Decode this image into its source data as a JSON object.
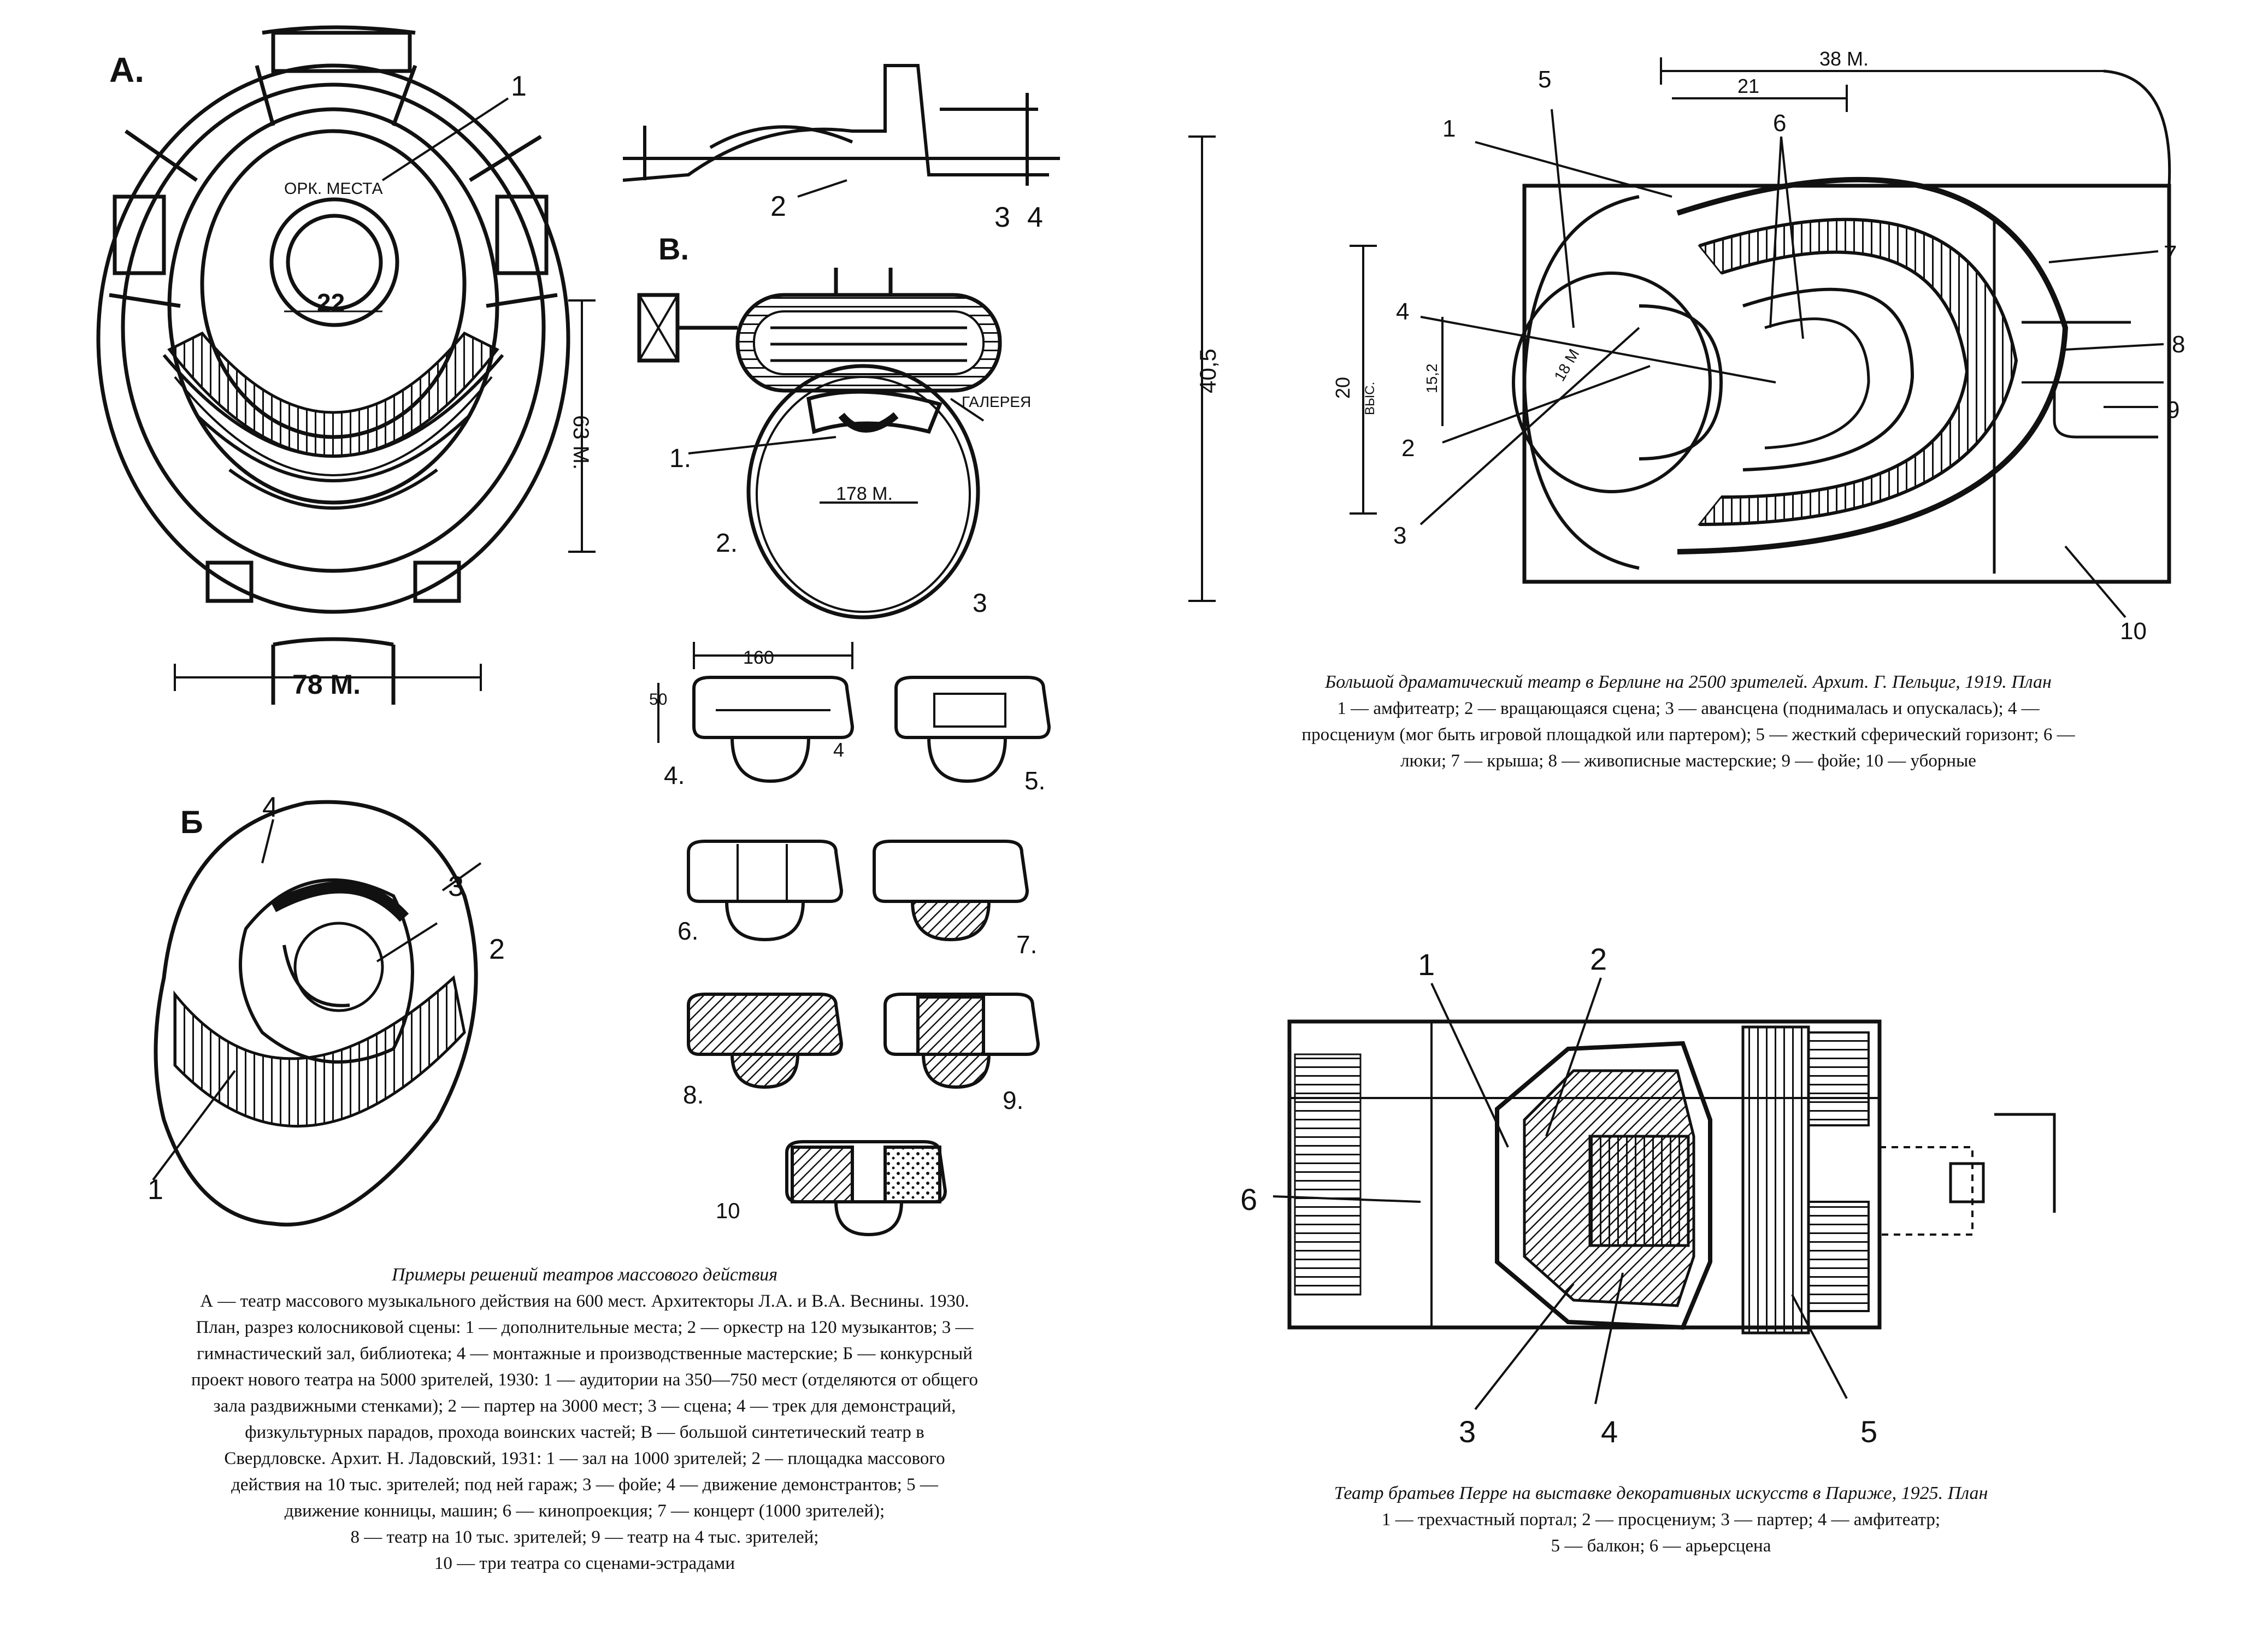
{
  "colors": {
    "ink": "#111111",
    "paper": "#ffffff"
  },
  "figures": {
    "A": {
      "letter": "А.",
      "label_1": "1",
      "dim_width": "78 М.",
      "dim_height": "63 М.",
      "dim_inner": "22",
      "inner_text": "ОРК. МЕСТА"
    },
    "B": {
      "letter": "Б",
      "labels": [
        "4",
        "3",
        "2",
        "1"
      ]
    },
    "V": {
      "letter": "В.",
      "section_labels": [
        "2",
        "3",
        "4"
      ],
      "plan_labels": [
        "1.",
        "2.",
        "3"
      ],
      "dim": "178 М.",
      "side_label": "ГАЛЕРЕЯ"
    },
    "small": {
      "dim_top": "160",
      "dim_side": "50",
      "labels": [
        "4.",
        "5.",
        "6.",
        "7.",
        "8.",
        "9.",
        "10"
      ],
      "marker": "4"
    },
    "berlin": {
      "labels": [
        "1",
        "2",
        "3",
        "4",
        "5",
        "6",
        "7",
        "8",
        "9",
        "10"
      ],
      "dim_38": "38 М.",
      "dim_21": "21",
      "dim_40": "40,5",
      "dim_20": "20",
      "dim_20_note": "ВЫС.",
      "dim_15": "15,2",
      "dim_stage": "18 М"
    },
    "perret": {
      "labels": [
        "1",
        "2",
        "3",
        "4",
        "5",
        "6"
      ]
    }
  },
  "captions": {
    "left": {
      "title": "Примеры решений театров массового действия",
      "lines": [
        "А — театр массового музыкального действия на 600 мест. Архитекторы Л.А. и В.А. Веснины. 1930.",
        "План, разрез колосниковой сцены: 1 — дополнительные места; 2 — оркестр на 120 музыкантов; 3 —",
        "гимнастический зал, библиотека; 4 — монтажные и производственные мастерские; Б — конкурсный",
        "проект нового театра на 5000 зрителей, 1930: 1 — аудитории на 350—750 мест (отделяются от общего",
        "зала раздвижными стенками); 2 — партер на 3000 мест; 3 — сцена; 4 — трек для демонстраций,",
        "физкультурных парадов, прохода воинских частей; В — большой синтетический театр в",
        "Свердловске. Архит. Н. Ладовский, 1931: 1 — зал на 1000 зрителей; 2 — площадка массового",
        "действия на 10 тыс. зрителей; под ней гараж; 3 — фойе; 4 — движение демонстрантов; 5 —",
        "движение конницы, машин; 6 — кинопроекция; 7 — концерт (1000 зрителей);",
        "8 — театр на 10 тыс. зрителей; 9 — театр на 4 тыс. зрителей;",
        "10 — три театра со сценами-эстрадами"
      ]
    },
    "berlin": {
      "title": "Большой драматический театр в Берлине на 2500 зрителей. Архит. Г. Пельциг, 1919. План",
      "lines": [
        "1 — амфитеатр; 2 — вращающаяся сцена; 3 — авансцена (поднималась и опускалась); 4 —",
        "просцениум (мог быть игровой площадкой или партером); 5 — жесткий сферический горизонт; 6 —",
        "люки; 7 — крыша; 8 — живописные мастерские; 9 — фойе; 10 — уборные"
      ]
    },
    "perret": {
      "title": "Театр братьев Перре на выставке декоративных искусств в Париже, 1925. План",
      "lines": [
        "1 — трехчастный портал; 2 — просцениум; 3 — партер; 4 — амфитеатр;",
        "5 — балкон; 6 — арьерсцена"
      ]
    }
  }
}
